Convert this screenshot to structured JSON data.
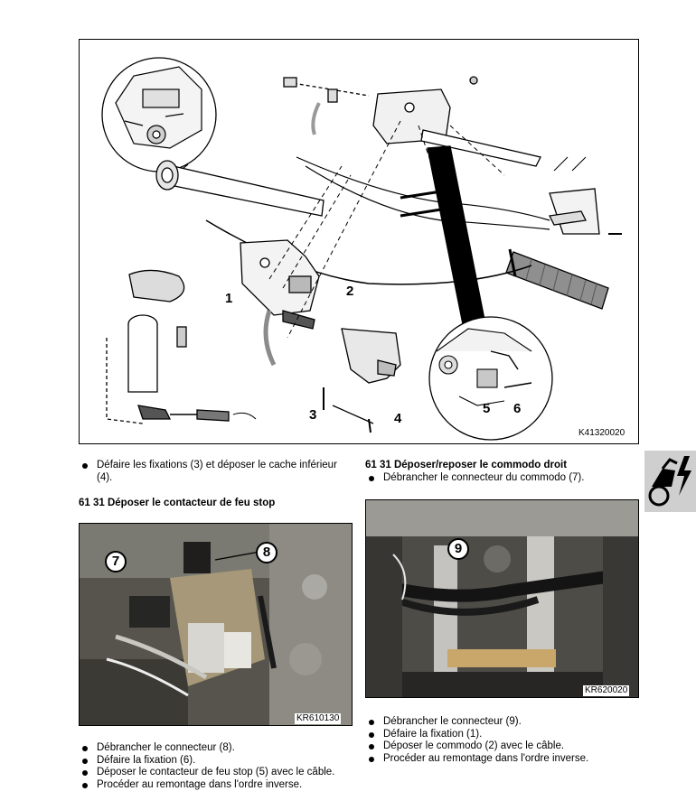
{
  "diagram": {
    "figure_code": "K41320020",
    "labels": [
      "1",
      "2",
      "3",
      "4",
      "5",
      "6"
    ]
  },
  "left_column": {
    "intro_items": [
      "Défaire les fixations (3) et déposer le cache inférieur (4)."
    ],
    "section_heading": "61 31 Déposer le contacteur de feu stop",
    "photo": {
      "code": "KR610130",
      "callouts": [
        "7",
        "8"
      ]
    },
    "items": [
      "Débrancher le connecteur (8).",
      "Défaire la fixation (6).",
      "Déposer le contacteur de feu stop (5) avec le câble.",
      "Procéder au remontage dans l'ordre inverse."
    ]
  },
  "right_column": {
    "section_heading": "61 31 Déposer/reposer le commodo droit",
    "intro_items": [
      "Débrancher le connecteur du commodo (7)."
    ],
    "photo": {
      "code": "KR620020",
      "callouts": [
        "9"
      ]
    },
    "items": [
      "Débrancher le connecteur (9).",
      "Défaire la fixation (1).",
      "Déposer le commodo (2) avec le câble.",
      "Procéder au remontage dans l'ordre inverse."
    ]
  },
  "side_tab": {
    "icon": "motorcycle-lightning-icon"
  }
}
